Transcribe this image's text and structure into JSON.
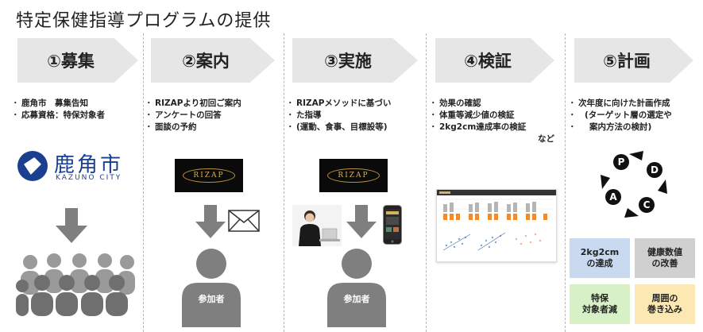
{
  "title": "特定保健指導プログラムの提供",
  "steps": [
    {
      "label": "①募集",
      "bullets": [
        "鹿角市　募集告知",
        "応募資格：特保対象者"
      ],
      "logo": {
        "name": "鹿角市",
        "sub": "KAZUNO CITY",
        "color": "#1b3f8f"
      }
    },
    {
      "label": "②案内",
      "bullets": [
        "RIZAPより初回ご案内",
        "アンケートの回答",
        "面談の予約"
      ],
      "brand": "RIZAP",
      "person_label": "参加者",
      "icons": [
        "rizap-logo",
        "down-arrow-icon",
        "envelope-icon",
        "participant-icon"
      ]
    },
    {
      "label": "③実施",
      "bullets": [
        "RIZAPメソッドに基づい",
        "た指導",
        "(運動、食事、目標設等)"
      ],
      "brand": "RIZAP",
      "person_label": "参加者",
      "icons": [
        "rizap-logo",
        "trainer-photo",
        "smartphone-icon",
        "down-arrow-icon",
        "participant-icon"
      ]
    },
    {
      "label": "④検証",
      "bullets": [
        "効果の確認",
        "体重等減少値の検証",
        "2kg2cm達成率の検証"
      ],
      "suffix": "など",
      "icons": [
        "dashboard-screenshot"
      ]
    },
    {
      "label": "⑤計画",
      "bullets": [
        "次年度に向けた計画作成",
        "(ターゲット層の選定や",
        "案内方法の検討)"
      ],
      "pdca": [
        "P",
        "D",
        "C",
        "A"
      ],
      "tiles": [
        {
          "text": "2kg2cm\nの達成",
          "color": "#c9d9f0"
        },
        {
          "text": "健康数値\nの改善",
          "color": "#d0d0d0"
        },
        {
          "text": "特保\n対象者減",
          "color": "#d8f0c6"
        },
        {
          "text": "周囲の\n巻き込み",
          "color": "#fbe8b3"
        }
      ]
    }
  ],
  "colors": {
    "arrow_bg": "#e6e6e6",
    "person": "#7f7f7f",
    "divider": "#b5b5b5"
  }
}
